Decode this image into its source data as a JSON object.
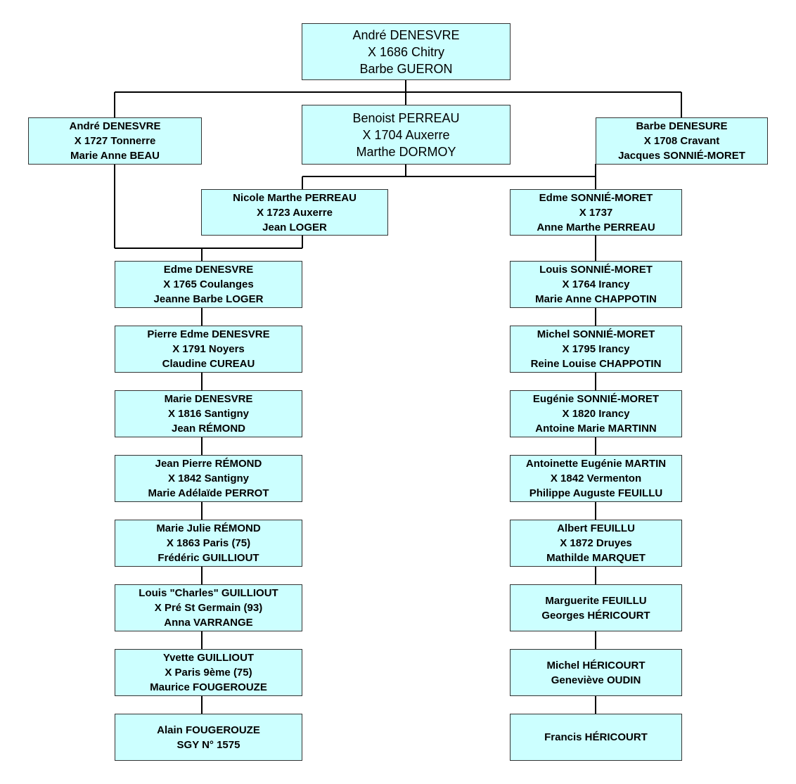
{
  "colors": {
    "box_fill": "#ccffff",
    "box_border": "#333333",
    "line": "#000000"
  },
  "root": {
    "l1": "André DENESVRE",
    "l2": "X  1686 Chitry",
    "l3": "Barbe GUERON"
  },
  "gen2": {
    "left": {
      "l1": "André DENESVRE",
      "l2": "X  1727 Tonnerre",
      "l3": "Marie Anne BEAU"
    },
    "center": {
      "l1": "Benoist PERREAU",
      "l2": "X  1704 Auxerre",
      "l3": "Marthe DORMOY"
    },
    "right": {
      "l1": "Barbe DENESURE",
      "l2": "X  1708  Cravant",
      "l3": "Jacques SONNIÉ-MORET"
    }
  },
  "gen3": {
    "left": {
      "l1": "Nicole Marthe PERREAU",
      "l2": "X  1723  Auxerre",
      "l3": "Jean LOGER"
    },
    "right": {
      "l1": "Edme SONNIÉ-MORET",
      "l2": "X  1737",
      "l3": "Anne Marthe PERREAU"
    }
  },
  "left_column": [
    {
      "l1": "Edme DENESVRE",
      "l2": "X  1765 Coulanges",
      "l3": "Jeanne Barbe LOGER"
    },
    {
      "l1": "Pierre Edme DENESVRE",
      "l2": "X  1791 Noyers",
      "l3": "Claudine CUREAU"
    },
    {
      "l1": "Marie DENESVRE",
      "l2": "X  1816 Santigny",
      "l3": "Jean RÉMOND"
    },
    {
      "l1": "Jean Pierre RÉMOND",
      "l2": "X  1842 Santigny",
      "l3": "Marie Adélaïde PERROT"
    },
    {
      "l1": "Marie Julie RÉMOND",
      "l2": "X  1863 Paris (75)",
      "l3": "Frédéric GUILLIOUT"
    },
    {
      "l1": "Louis \"Charles\" GUILLIOUT",
      "l2": "X  Pré St Germain (93)",
      "l3": "Anna VARRANGE"
    },
    {
      "l1": "Yvette GUILLIOUT",
      "l2": "X  Paris 9ème (75)",
      "l3": "Maurice FOUGEROUZE"
    },
    {
      "l1": "Alain FOUGEROUZE",
      "l2": "SGY N° 1575"
    }
  ],
  "right_column": [
    {
      "l1": "Louis SONNIÉ-MORET",
      "l2": "X  1764  Irancy",
      "l3": "Marie Anne CHAPPOTIN"
    },
    {
      "l1": "Michel SONNIÉ-MORET",
      "l2": "X  1795  Irancy",
      "l3": "Reine Louise CHAPPOTIN"
    },
    {
      "l1": "Eugénie SONNIÉ-MORET",
      "l2": "X  1820  Irancy",
      "l3": "Antoine Marie MARTINN"
    },
    {
      "l1": "Antoinette Eugénie MARTIN",
      "l2": "X  1842  Vermenton",
      "l3": "Philippe Auguste FEUILLU"
    },
    {
      "l1": "Albert FEUILLU",
      "l2": "X  1872  Druyes",
      "l3": "Mathilde MARQUET"
    },
    {
      "l1": "Marguerite FEUILLU",
      "l2": "Georges HÉRICOURT"
    },
    {
      "l1": "Michel HÉRICOURT",
      "l2": "Geneviève OUDIN"
    },
    {
      "l1": "Francis HÉRICOURT"
    }
  ]
}
